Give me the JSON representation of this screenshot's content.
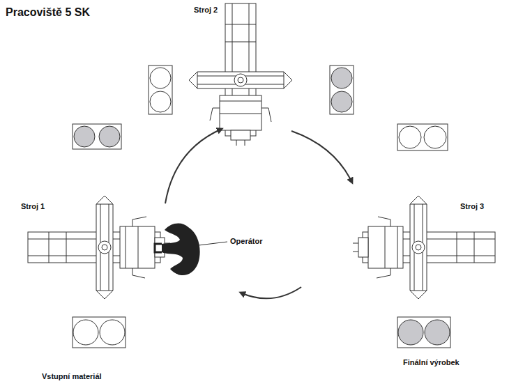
{
  "diagram": {
    "title": "Pracoviště 5 SK",
    "labels": [
      "Stroj 2",
      "Stroj 1",
      "Operátor",
      "Stroj 3",
      "Vstupní materiál",
      "Finální výrobek"
    ]
  }
}
